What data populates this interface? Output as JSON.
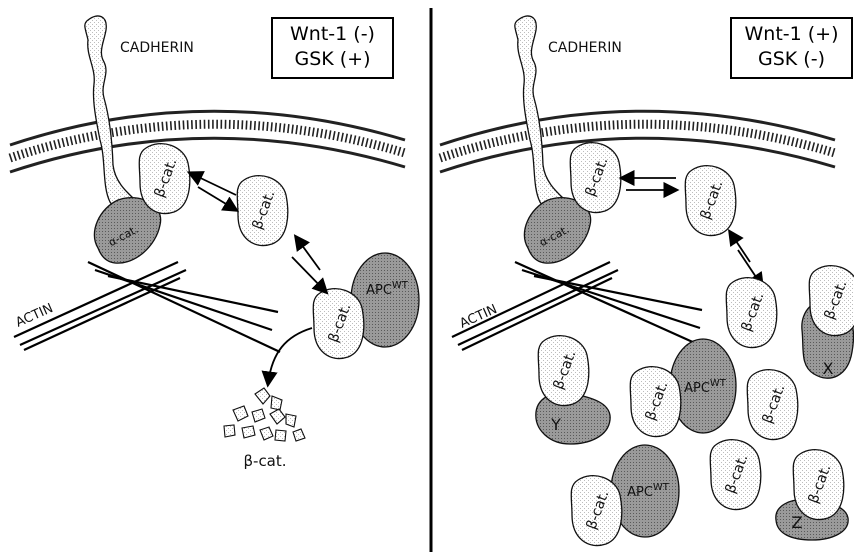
{
  "left_panel": {
    "cadherin_label": "CADHERIN",
    "actin_label": "ACTIN",
    "conditions": {
      "wnt": "Wnt-1  (-)",
      "gsk": "GSK  (+)"
    },
    "beta_cat_label": "β-cat.",
    "alpha_cat_label": "α-cat.",
    "apc_label": "APC",
    "apc_sup": "WT",
    "degraded_label": "β-cat."
  },
  "right_panel": {
    "cadherin_label": "CADHERIN",
    "actin_label": "ACTIN",
    "conditions": {
      "wnt": "Wnt-1  (+)",
      "gsk": "GSK  (-)"
    },
    "beta_cat_label": "β-cat.",
    "alpha_cat_label": "α-cat.",
    "apc_label": "APC",
    "apc_sup": "WT",
    "partner_labels": {
      "x": "X",
      "y": "Y",
      "z": "Z"
    }
  },
  "colors": {
    "light_blob": "#dcdcdc",
    "dark_blob": "#8a8a8a",
    "outline": "#111111"
  }
}
